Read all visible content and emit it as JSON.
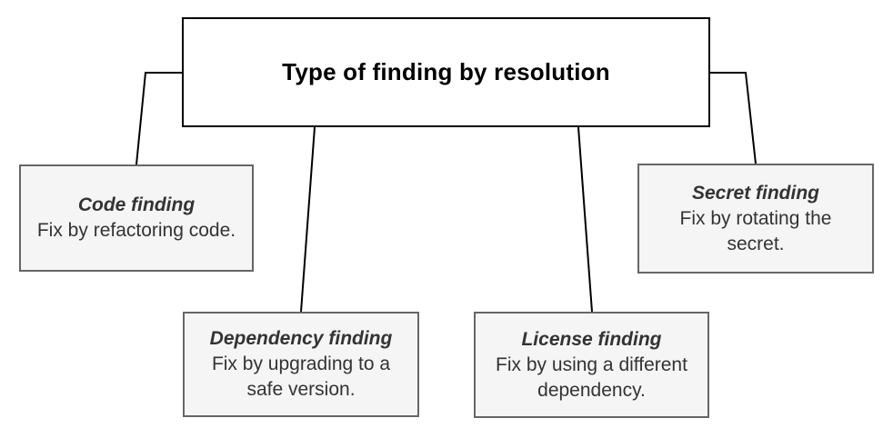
{
  "diagram": {
    "title": "Type of finding by resolution",
    "nodes": [
      {
        "id": "code",
        "title": "Code finding",
        "description": "Fix by refactoring code."
      },
      {
        "id": "dependency",
        "title": "Dependency finding",
        "description": "Fix by upgrading to a\nsafe version."
      },
      {
        "id": "license",
        "title": "License finding",
        "description": "Fix by using a different\ndependency."
      },
      {
        "id": "secret",
        "title": "Secret finding",
        "description": "Fix by rotating the\nsecret."
      }
    ],
    "edges": [
      {
        "from": "root",
        "to": "code"
      },
      {
        "from": "root",
        "to": "dependency"
      },
      {
        "from": "root",
        "to": "license"
      },
      {
        "from": "root",
        "to": "secret"
      }
    ],
    "colors": {
      "background": "#ffffff",
      "root_fill": "#ffffff",
      "root_border": "#000000",
      "root_text": "#000000",
      "node_fill": "#f5f5f5",
      "node_border": "#666666",
      "node_text": "#333333",
      "connector": "#000000"
    }
  }
}
